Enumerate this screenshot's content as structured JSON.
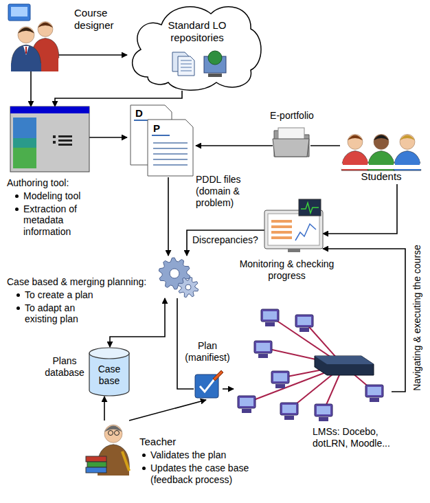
{
  "diagram": {
    "nodes": [
      {
        "text": [
          "Course designer"
        ]
      },
      {
        "text": [
          "Standard LO repositories"
        ]
      },
      {
        "text": [
          "Authoring tool:",
          "Modeling tool",
          "Extraction of metadata information"
        ]
      },
      {
        "text": [
          "D",
          "P",
          "PDDL files (domain & problem)"
        ]
      },
      {
        "text": [
          "E-portfolio"
        ]
      },
      {
        "text": [
          "Students"
        ]
      },
      {
        "text": [
          "Monitoring & checking progress"
        ]
      },
      {
        "text": [
          "Case based & merging planning:",
          "To create a plan",
          "To adapt an existing plan"
        ]
      },
      {
        "text": [
          "Plans database",
          "Case base"
        ]
      },
      {
        "text": [
          "Plan (manifiest)"
        ]
      },
      {
        "text": [
          "Teacher",
          "Validates the plan",
          "Updates the case base (feedback process)"
        ]
      },
      {
        "text": [
          "LMSs: Docebo, dotLRN, Moodle..."
        ]
      }
    ],
    "edges": [
      {
        "from": 0,
        "to": 1,
        "arrow": "to"
      },
      {
        "from": 0,
        "to": 2,
        "arrow": "to"
      },
      {
        "from": 1,
        "to": 2,
        "arrow": "to"
      },
      {
        "from": 2,
        "to": 3,
        "arrow": "to"
      },
      {
        "from": 5,
        "to": 4,
        "arrow": "none"
      },
      {
        "from": 4,
        "to": 3,
        "arrow": "to"
      },
      {
        "from": 3,
        "to": 7,
        "arrow": "to"
      },
      {
        "from": 6,
        "to": 7,
        "label": "Discrepancies?",
        "arrow": "to"
      },
      {
        "from": 5,
        "to": 6,
        "arrow": "to"
      },
      {
        "from": 11,
        "to": 6,
        "arrow": "to"
      },
      {
        "from": 7,
        "to": 8,
        "arrow": "both"
      },
      {
        "from": 7,
        "to": 9,
        "arrow": "none"
      },
      {
        "from": 9,
        "to": 11,
        "arrow": "to"
      },
      {
        "from": 10,
        "to": 8,
        "arrow": "to"
      },
      {
        "from": 10,
        "to": 9,
        "arrow": "to"
      }
    ],
    "labels": [
      "Navigating & executing the course"
    ]
  }
}
